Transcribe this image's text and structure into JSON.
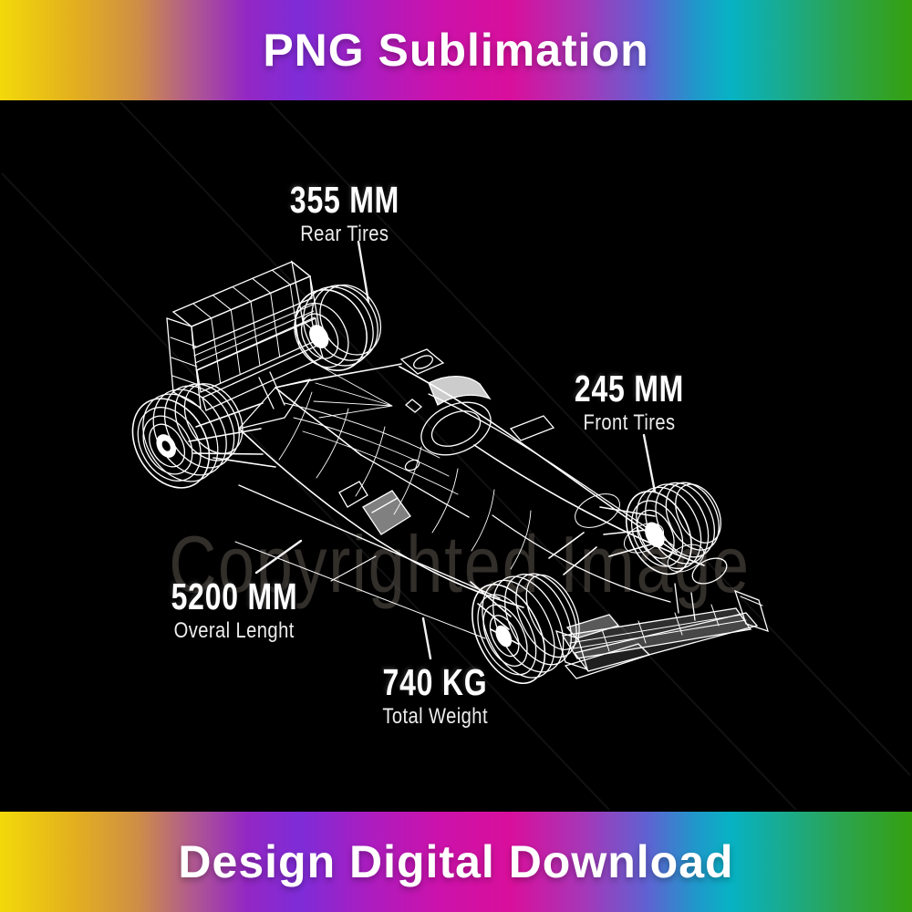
{
  "banners": {
    "top": "PNG Sublimation",
    "bottom": "Design Digital Download"
  },
  "watermark": "Copyrighted Image",
  "illustration": "formula-1-race-car-3d-wireframe-blueprint",
  "annotations": {
    "rear_tires": {
      "value": "355 MM",
      "label": "Rear Tires"
    },
    "front_tires": {
      "value": "245 MM",
      "label": "Front Tires"
    },
    "overall_length": {
      "value": "5200 MM",
      "label": "Overal Lenght"
    },
    "total_weight": {
      "value": "740 KG",
      "label": "Total Weight"
    }
  },
  "colors": {
    "background": "#000000",
    "wireframe": "#ffffff",
    "watermark_text": "#322e2a",
    "banner_text": "#ffffff",
    "banner_gradient": [
      "#f2d90a",
      "#cf8f45",
      "#9427c4",
      "#cb12ab",
      "#d90f9b",
      "#5f62d2",
      "#07b2c4",
      "#35a00f"
    ]
  }
}
